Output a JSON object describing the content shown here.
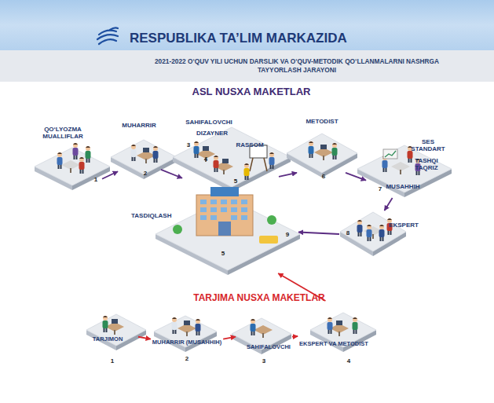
{
  "diagram": {
    "title": "RESPUBLIKA TA’LIM MARKAZIDA",
    "nodes": [
      {
        "text": [
          "QO‘LYOZMA MUALLIFLAR",
          "1"
        ]
      },
      {
        "text": [
          "MUHARRIR",
          "2"
        ]
      },
      {
        "text": [
          "SAHIFALOVCHI",
          "DIZAYNER",
          "RASSOM",
          "3",
          "4",
          "5"
        ]
      },
      {
        "text": [
          "METODIST",
          "6"
        ]
      },
      {
        "text": [
          "SES STANDART",
          "TASHQI TAQRIZ",
          "MUSAHHIH",
          "7"
        ]
      },
      {
        "text": [
          "EKSPERT",
          "8"
        ]
      },
      {
        "text": [
          "TASDIQLASH",
          "9",
          "5"
        ]
      },
      {
        "text": [
          "TARJIMON",
          "1"
        ]
      },
      {
        "text": [
          "MUHARRIR (MUSAHHIH)",
          "2"
        ]
      },
      {
        "text": [
          "SAHIFALOVCHI",
          "3"
        ]
      },
      {
        "text": [
          "EKSPERT VA METODIST",
          "4"
        ]
      }
    ],
    "edges": [
      {
        "from": 0,
        "to": 1,
        "arrow": "to"
      },
      {
        "from": 1,
        "to": 2,
        "arrow": "to"
      },
      {
        "from": 2,
        "to": 3,
        "arrow": "to"
      },
      {
        "from": 3,
        "to": 4,
        "arrow": "to"
      },
      {
        "from": 4,
        "to": 5,
        "arrow": "to"
      },
      {
        "from": 5,
        "to": 6,
        "arrow": "to"
      },
      {
        "from": 10,
        "to": 6,
        "arrow": "to"
      },
      {
        "from": 7,
        "to": 8,
        "arrow": "to"
      },
      {
        "from": 8,
        "to": 9,
        "arrow": "to"
      },
      {
        "from": 9,
        "to": 10,
        "arrow": "to"
      }
    ],
    "labels": [
      "2021-2022 O‘QUV YILI UCHUN DARSLIK VA O‘QUV-METODIK QO‘LLANMALARNI NASHRGA TAYYORLASH JARAYONI",
      "ASL NUSXA MAKETLAR",
      "TARJIMA NUSXA MAKETLAR"
    ]
  }
}
